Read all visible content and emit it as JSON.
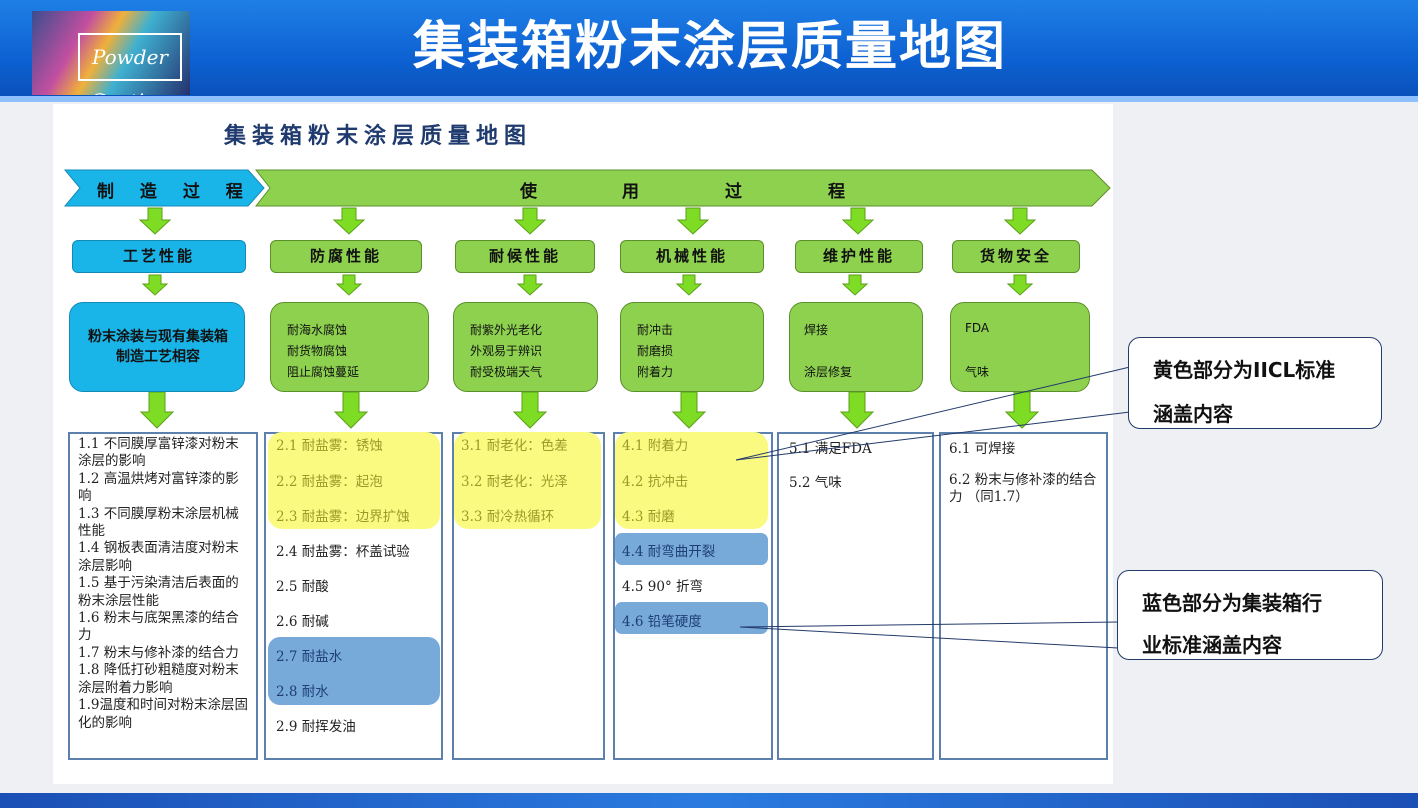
{
  "header": {
    "title": "集装箱粉末涂层质量地图",
    "logo_text": "Powder Coating"
  },
  "diagram": {
    "title": "集装箱粉末涂层质量地图",
    "phase_manufacture": "制 造 过 程",
    "phase_use_words": [
      "使",
      "用",
      "过",
      "程"
    ]
  },
  "categories": [
    "工艺性能",
    "防腐性能",
    "耐候性能",
    "机械性能",
    "维护性能",
    "货物安全"
  ],
  "descriptions": {
    "c1": "粉末涂装与现有集装箱制造工艺相容",
    "c2": [
      "耐海水腐蚀",
      "耐货物腐蚀",
      "阻止腐蚀蔓延"
    ],
    "c3": [
      "耐紫外光老化",
      "外观易于辨识",
      "耐受极端天气"
    ],
    "c4": [
      "耐冲击",
      "耐磨损",
      "附着力"
    ],
    "c5": [
      "焊接",
      "涂层修复"
    ],
    "c6": [
      "FDA",
      "气味"
    ]
  },
  "columns": {
    "c1": [
      "1.1 不同膜厚富锌漆对粉末涂层的影响",
      "1.2 高温烘烤对富锌漆的影响",
      "1.3 不同膜厚粉末涂层机械性能",
      "1.4 钢板表面清洁度对粉末涂层影响",
      "1.5 基于污染清洁后表面的粉末涂层性能",
      "1.6 粉末与底架黑漆的结合力",
      "1.7 粉末与修补漆的结合力",
      "1.8 降低打砂粗糙度对粉末涂层附着力影响",
      "1.9温度和时间对粉末涂层固化的影响"
    ],
    "c2": [
      "2.1 耐盐雾：锈蚀",
      "2.2 耐盐雾：起泡",
      "2.3 耐盐雾：边界扩蚀",
      "2.4 耐盐雾：杯盖试验",
      "2.5 耐酸",
      "2.6 耐碱",
      "2.7 耐盐水",
      "2.8 耐水",
      "2.9 耐挥发油"
    ],
    "c3": [
      "3.1 耐老化：色差",
      "3.2 耐老化：光泽",
      "3.3 耐冷热循环"
    ],
    "c4": [
      "4.1 附着力",
      "4.2 抗冲击",
      "4.3 耐磨",
      "4.4 耐弯曲开裂",
      "4.5  90°  折弯",
      "4.6 铅笔硬度"
    ],
    "c5": [
      "5.1 满足FDA",
      "5.2 气味"
    ],
    "c6": [
      "6.1 可焊接",
      "6.2 粉末与修补漆的结合力 （同1.7）"
    ]
  },
  "callouts": {
    "yellow": [
      "黄色部分为IICL标准",
      "涵盖内容"
    ],
    "blue": [
      "蓝色部分为集装箱行",
      "业标准涵盖内容"
    ]
  },
  "colors": {
    "green": "#8dd14f",
    "cyan": "#19b5e8",
    "yellow_highlight": "#fafa80",
    "blue_highlight": "#77a9d9",
    "header_blue": "#0d61d2"
  }
}
